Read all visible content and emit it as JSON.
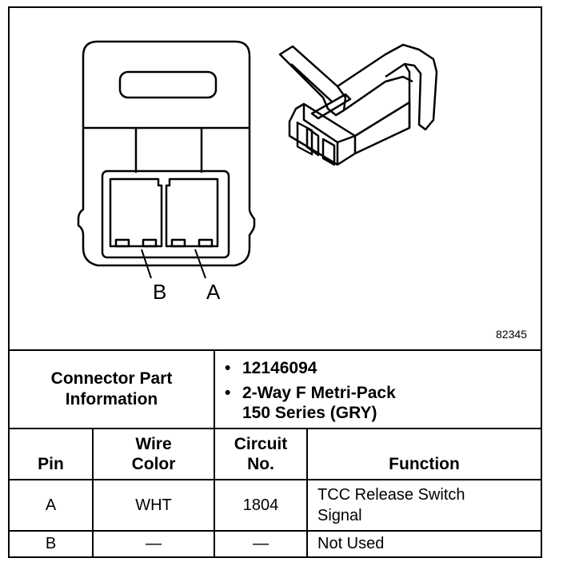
{
  "figure": {
    "pin_labels": [
      "B",
      "A"
    ],
    "figure_id": "82345"
  },
  "connector": {
    "label_line1": "Connector Part",
    "label_line2": "Information",
    "bullets": [
      "12146094",
      "2-Way F Metri-Pack",
      "150 Series (GRY)"
    ]
  },
  "table": {
    "headers": {
      "pin": "Pin",
      "wire_l1": "Wire",
      "wire_l2": "Color",
      "circuit_l1": "Circuit",
      "circuit_l2": "No.",
      "function": "Function"
    },
    "rows": [
      {
        "pin": "A",
        "wire": "WHT",
        "circuit": "1804",
        "function_l1": "TCC Release Switch",
        "function_l2": "Signal"
      },
      {
        "pin": "B",
        "wire": "—",
        "circuit": "—",
        "function_l1": "Not Used",
        "function_l2": ""
      }
    ]
  }
}
